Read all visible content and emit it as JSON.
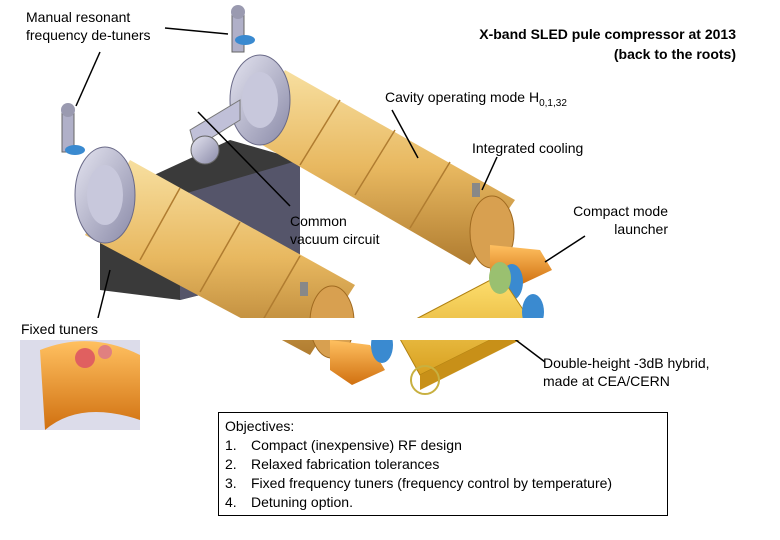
{
  "title": {
    "line1": "X-band SLED pule compressor at 2013",
    "line2": "(back to the roots)"
  },
  "labels": {
    "tuners_manual_1": "Manual resonant",
    "tuners_manual_2": "frequency de-tuners",
    "cavity_mode_prefix": "Cavity operating mode H",
    "cavity_mode_sub": "0,1,32",
    "cooling": "Integrated cooling",
    "vacuum_1": "Common",
    "vacuum_2": "vacuum circuit",
    "launcher_1": "Compact mode",
    "launcher_2": "launcher",
    "fixed_tuners": "Fixed tuners",
    "hybrid_1": "Double-height -3dB hybrid,",
    "hybrid_2": "made at CEA/CERN"
  },
  "objectives": {
    "heading": "Objectives:",
    "items": [
      {
        "num": "1.",
        "text": "Compact (inexpensive) RF design"
      },
      {
        "num": "2.",
        "text": "Relaxed fabrication tolerances"
      },
      {
        "num": "3.",
        "text": "Fixed frequency tuners (frequency control by temperature)"
      },
      {
        "num": "4.",
        "text": "Detuning option."
      }
    ]
  },
  "colors": {
    "cavity_gold": "#e8b860",
    "flange_silver": "#b8b8d0",
    "launcher_orange": "#f09020",
    "hybrid_yellow": "#f0c030",
    "ring_blue": "#3a8ad0",
    "housing_dark": "#3a3a3a"
  }
}
